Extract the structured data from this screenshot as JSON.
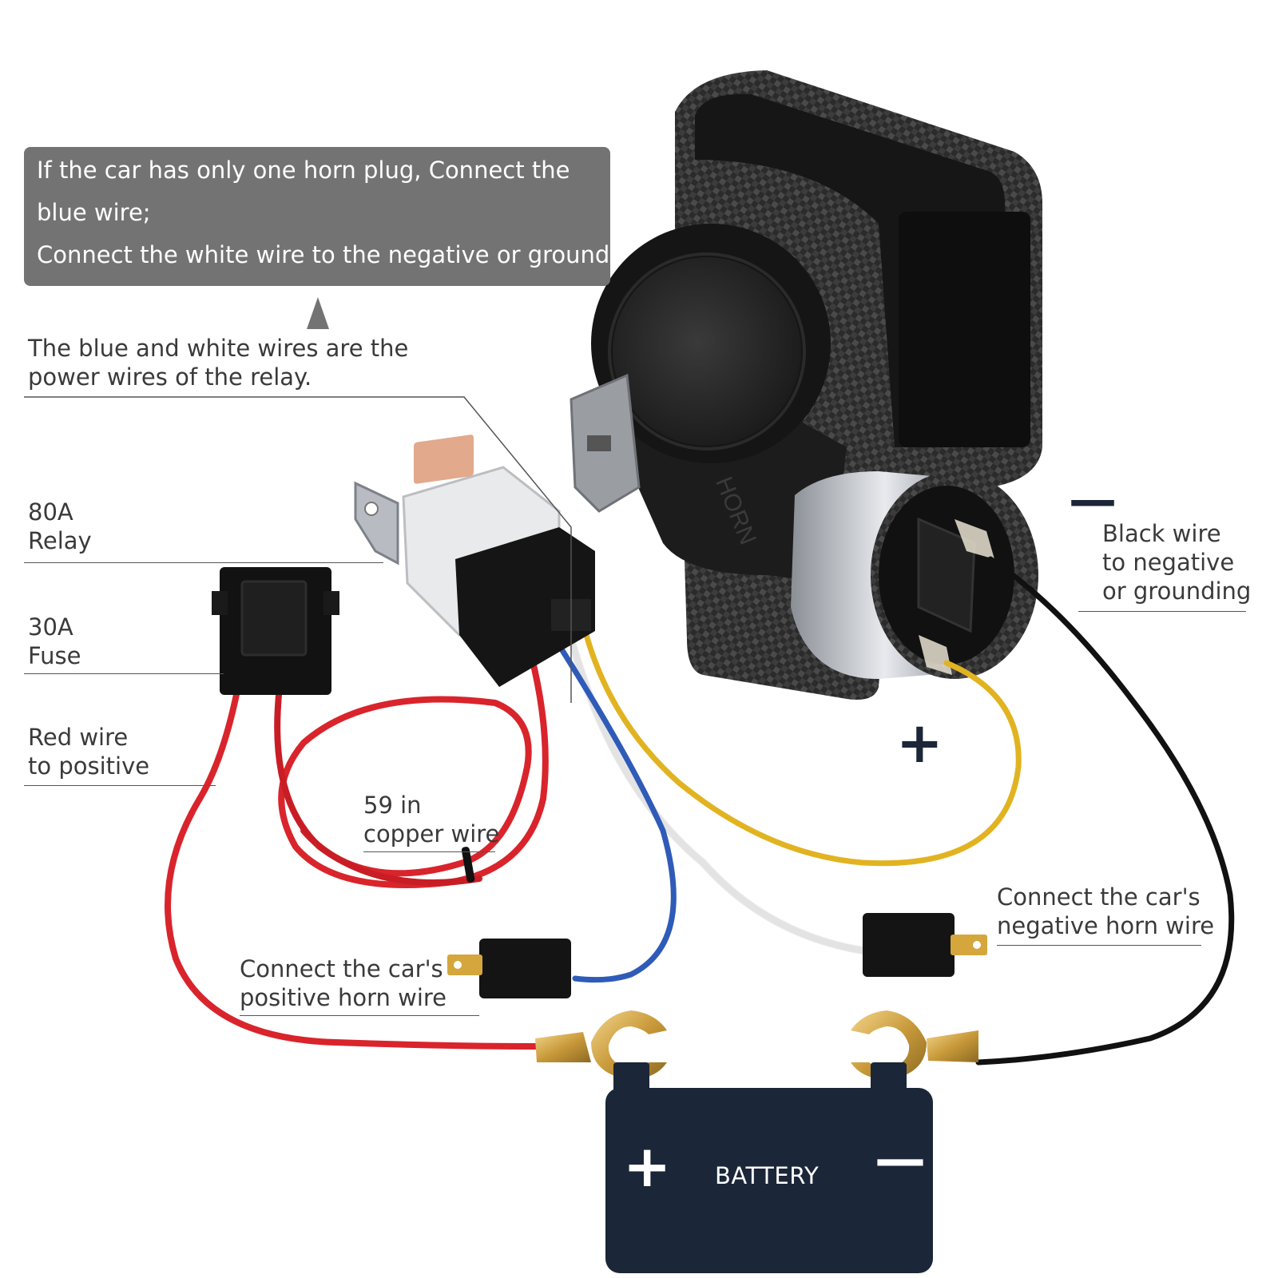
{
  "note": {
    "line1": "If the car has only one horn plug, Connect the",
    "line2": "blue wire;",
    "line3": "Connect the white wire to the negative or ground."
  },
  "labels": {
    "power_wires_1": "The blue and white wires are the",
    "power_wires_2": "power wires of the relay.",
    "relay_1": "80A",
    "relay_2": "Relay",
    "fuse_1": "30A",
    "fuse_2": "Fuse",
    "red_wire_1": "Red wire",
    "red_wire_2": "to positive",
    "copper_1": "59 in",
    "copper_2": "copper wire",
    "pos_horn_1": "Connect the car's",
    "pos_horn_2": "positive horn wire",
    "neg_horn_1": "Connect the car's",
    "neg_horn_2": "negative horn wire",
    "black_wire_1": "Black wire",
    "black_wire_2": "to negative",
    "black_wire_3": "or grounding",
    "horn_plus": "+",
    "horn_minus": "—",
    "horn_embossed": "HORN"
  },
  "battery": {
    "label": "BATTERY",
    "plus": "+",
    "minus": "—"
  },
  "colors": {
    "red_wire": "#d9242c",
    "blue_wire": "#2f5bb8",
    "white_wire": "#f2f2f2",
    "yellow_wire": "#e2b321",
    "black_wire": "#111111",
    "battery_body": "#1b2638",
    "note_bg": "#737373"
  }
}
